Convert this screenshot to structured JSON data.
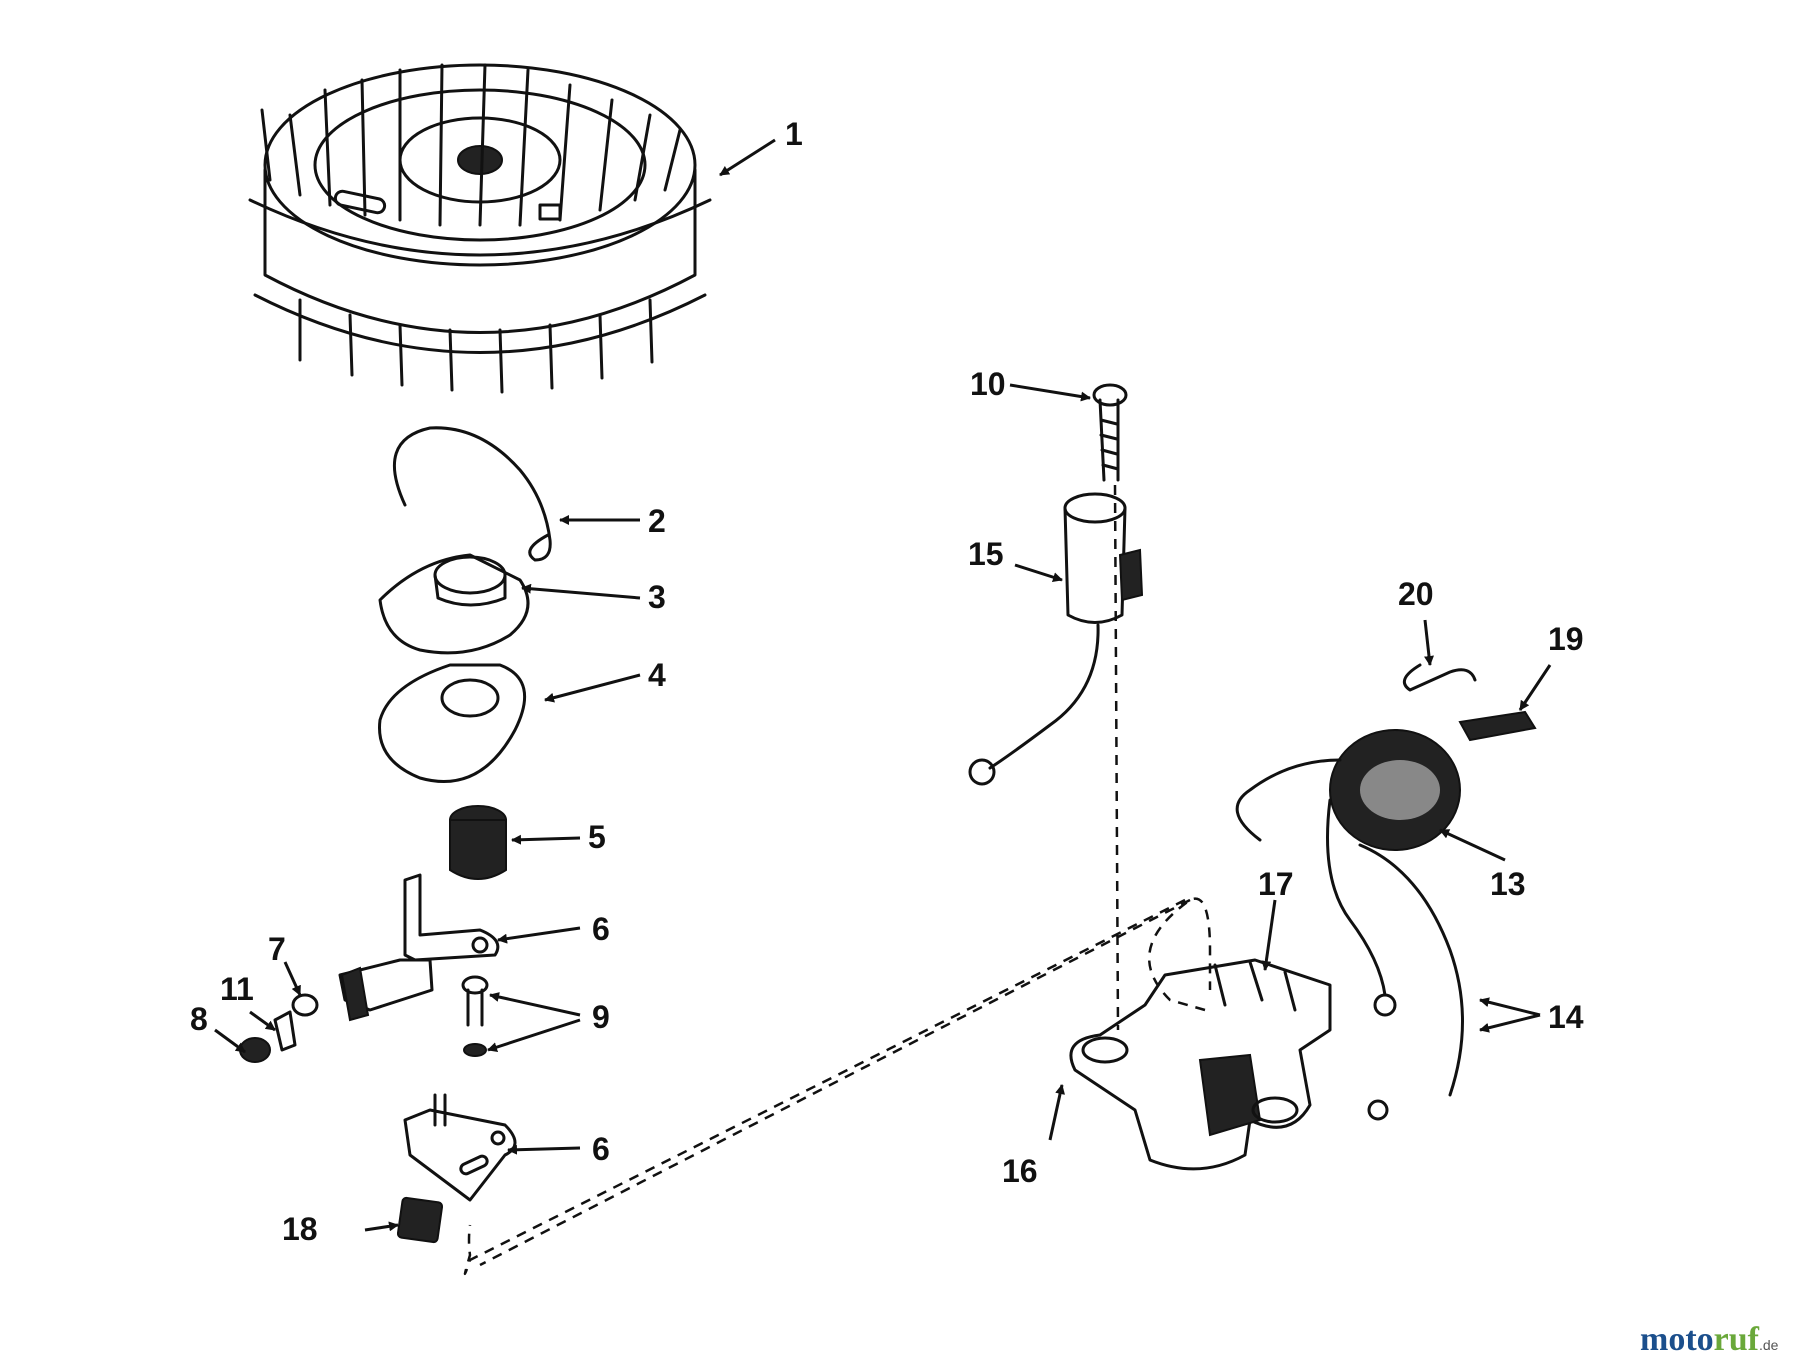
{
  "callouts": {
    "c1": "1",
    "c2": "2",
    "c3": "3",
    "c4": "4",
    "c5": "5",
    "c6a": "6",
    "c6b": "6",
    "c7": "7",
    "c8": "8",
    "c9": "9",
    "c10": "10",
    "c11": "11",
    "c13": "13",
    "c14": "14",
    "c15": "15",
    "c16": "16",
    "c17": "17",
    "c18": "18",
    "c19": "19",
    "c20": "20"
  },
  "watermark": {
    "moto": "moto",
    "ruf": "ruf",
    "de": ".de"
  }
}
